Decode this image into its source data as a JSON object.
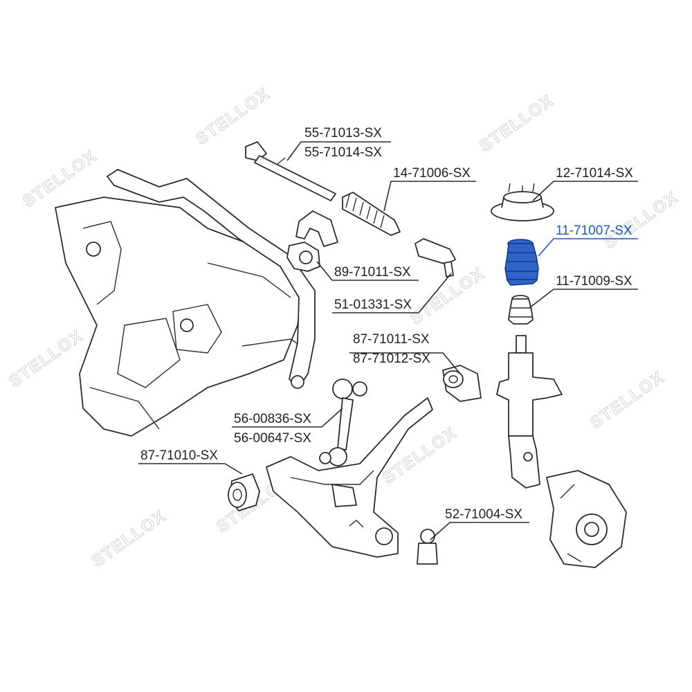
{
  "watermark": {
    "text": "STELLOX",
    "brand_color": "#d7d7d7"
  },
  "highlight_color": "#1f57b5",
  "parts": [
    {
      "id": "tie-rod",
      "numbers": [
        "55-71013-SX",
        "55-71014-SX"
      ],
      "highlighted": false
    },
    {
      "id": "steering-boot",
      "numbers": [
        "14-71006-SX"
      ],
      "highlighted": false
    },
    {
      "id": "strut-mount",
      "numbers": [
        "12-71014-SX"
      ],
      "highlighted": false
    },
    {
      "id": "dust-boot",
      "numbers": [
        "11-71007-SX"
      ],
      "highlighted": true
    },
    {
      "id": "stabilizer-bushing",
      "numbers": [
        "89-71011-SX"
      ],
      "highlighted": false
    },
    {
      "id": "tie-rod-end",
      "numbers": [
        "51-01331-SX"
      ],
      "highlighted": false
    },
    {
      "id": "bump-stop",
      "numbers": [
        "11-71009-SX"
      ],
      "highlighted": false
    },
    {
      "id": "arm-bushing-rear",
      "numbers": [
        "87-71011-SX",
        "87-71012-SX"
      ],
      "highlighted": false
    },
    {
      "id": "stabilizer-link",
      "numbers": [
        "56-00836-SX",
        "56-00647-SX"
      ],
      "highlighted": false
    },
    {
      "id": "arm-bushing-front",
      "numbers": [
        "87-71010-SX"
      ],
      "highlighted": false
    },
    {
      "id": "ball-joint",
      "numbers": [
        "52-71004-SX"
      ],
      "highlighted": false
    }
  ]
}
